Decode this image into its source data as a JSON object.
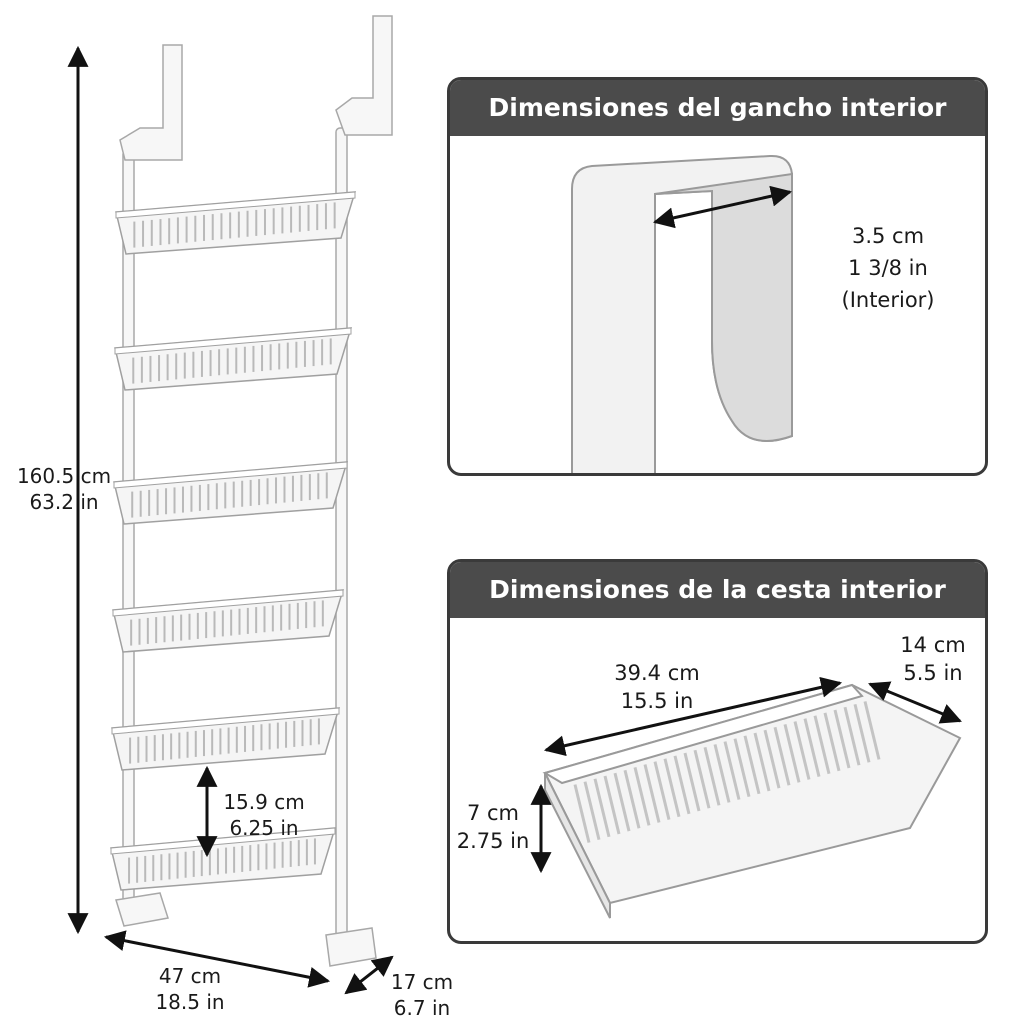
{
  "rack": {
    "height_cm": "160.5 cm",
    "height_in": "63.2 in",
    "width_cm": "47 cm",
    "width_in": "18.5 in",
    "depth_cm": "17 cm",
    "depth_in": "6.7 in",
    "spacing_cm": "15.9 cm",
    "spacing_in": "6.25 in",
    "basket_count": 6
  },
  "hook_panel": {
    "title": "Dimensiones del gancho interior",
    "width_cm": "3.5 cm",
    "width_in": "1 3/8 in",
    "note": "(Interior)"
  },
  "basket_panel": {
    "title": "Dimensiones de la cesta interior",
    "length_cm": "39.4 cm",
    "length_in": "15.5 in",
    "depth_cm": "14 cm",
    "depth_in": "5.5 in",
    "height_cm": "7 cm",
    "height_in": "2.75 in"
  },
  "colors": {
    "panel_header": "#4b4b4b",
    "product": "#f4f4f4",
    "outline": "#9a9a9a",
    "arrow": "#111111"
  }
}
